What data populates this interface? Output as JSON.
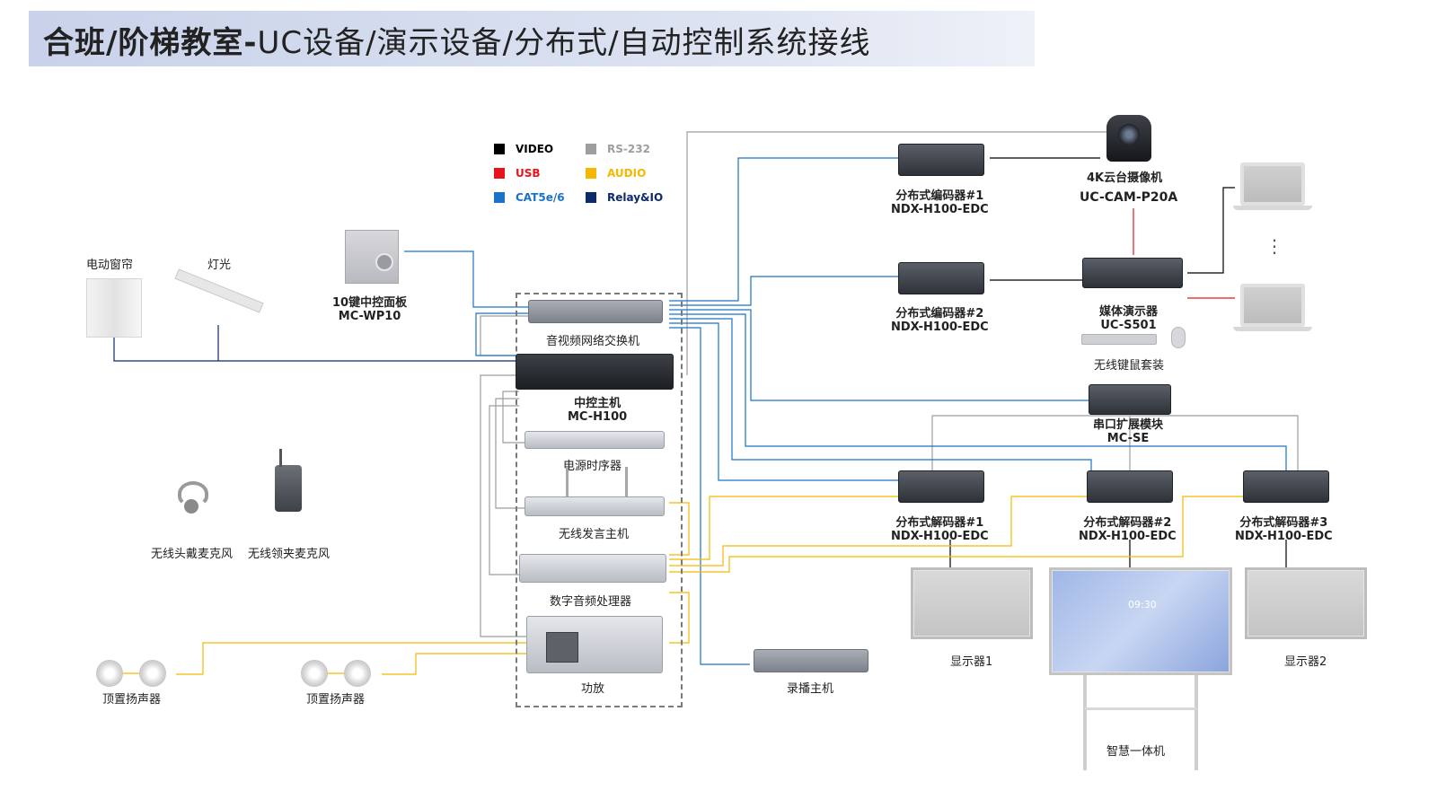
{
  "title": {
    "bold": "合班/阶梯教室-",
    "rest": "UC设备/演示设备/分布式/自动控制系统接线"
  },
  "legend": [
    {
      "label": "VIDEO",
      "color": "#000000"
    },
    {
      "label": "RS-232",
      "color": "#9e9e9e"
    },
    {
      "label": "USB",
      "color": "#e8141c"
    },
    {
      "label": "AUDIO",
      "color": "#f5b700"
    },
    {
      "label": "CAT5e/6",
      "color": "#1a73c8"
    },
    {
      "label": "Relay&IO",
      "color": "#0d2a6b"
    }
  ],
  "devices": {
    "curtain": "电动窗帘",
    "light": "灯光",
    "panel": {
      "name": "10键中控面板",
      "model": "MC-WP10"
    },
    "switch": "音视频网络交换机",
    "controller": {
      "name": "中控主机",
      "model": "MC-H100"
    },
    "sequencer": "电源时序器",
    "wireless_host": "无线发言主机",
    "dsp": "数字音频处理器",
    "amp": "功放",
    "headset_mic": "无线头戴麦克风",
    "lapel_mic": "无线领夹麦克风",
    "ceiling_speaker_1": "顶置扬声器",
    "ceiling_speaker_2": "顶置扬声器",
    "encoder1": {
      "name": "分布式编码器#1",
      "model": "NDX-H100-EDC"
    },
    "encoder2": {
      "name": "分布式编码器#2",
      "model": "NDX-H100-EDC"
    },
    "camera": {
      "name": "4K云台摄像机",
      "model": "UC-CAM-P20A"
    },
    "presenter": {
      "name": "媒体演示器",
      "model": "UC-S501"
    },
    "keyboard": "无线键鼠套装",
    "serial": {
      "name": "串口扩展模块",
      "model": "MC-SE"
    },
    "decoder1": {
      "name": "分布式解码器#1",
      "model": "NDX-H100-EDC"
    },
    "decoder2": {
      "name": "分布式解码器#2",
      "model": "NDX-H100-EDC"
    },
    "decoder3": {
      "name": "分布式解码器#3",
      "model": "NDX-H100-EDC"
    },
    "recorder": "录播主机",
    "display1": "显示器1",
    "display2": "显示器2",
    "smartboard": "智慧一体机",
    "smartboard_time": "09:30",
    "laptop_dots": "⋮"
  }
}
